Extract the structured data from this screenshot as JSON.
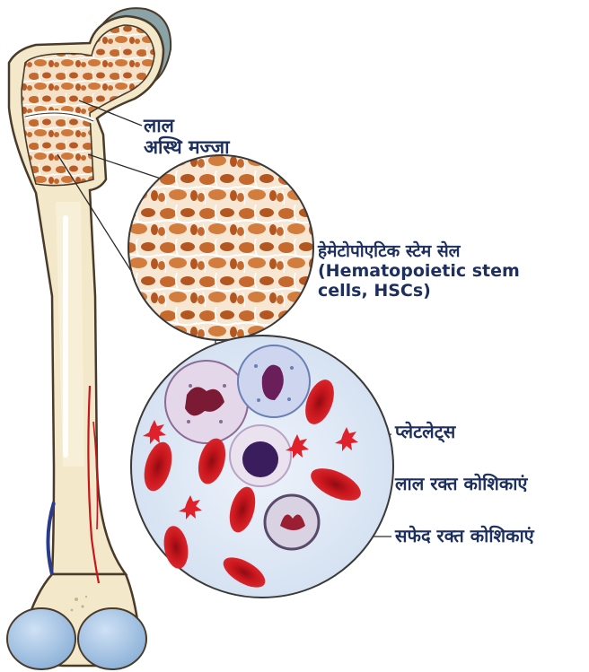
{
  "labels": {
    "red_marrow": {
      "line1": "लाल",
      "line2": "अस्थि मज्जा"
    },
    "hsc": {
      "line1": "हेमेटोपोएटिक स्टेम सेल",
      "line2": "(Hematopoietic stem",
      "line3": "cells, HSCs)"
    },
    "platelets": "प्लेटलेट्स",
    "rbc": "लाल रक्त कोशिकाएं",
    "wbc": "सफेद रक्त कोशिकाएं"
  },
  "colors": {
    "label_text": "#1c2f5e",
    "bone": "#f3e8c9",
    "bone_outline": "#4a3a2a",
    "marrow": "#c5692f",
    "cartilage": "#a9c8e8",
    "cartilage_top": "#7f9aa0",
    "red_blood_cell": "#c8161d",
    "platelet": "#e0202a",
    "vein": "#2a3a8c",
    "artery": "#c8161d"
  }
}
